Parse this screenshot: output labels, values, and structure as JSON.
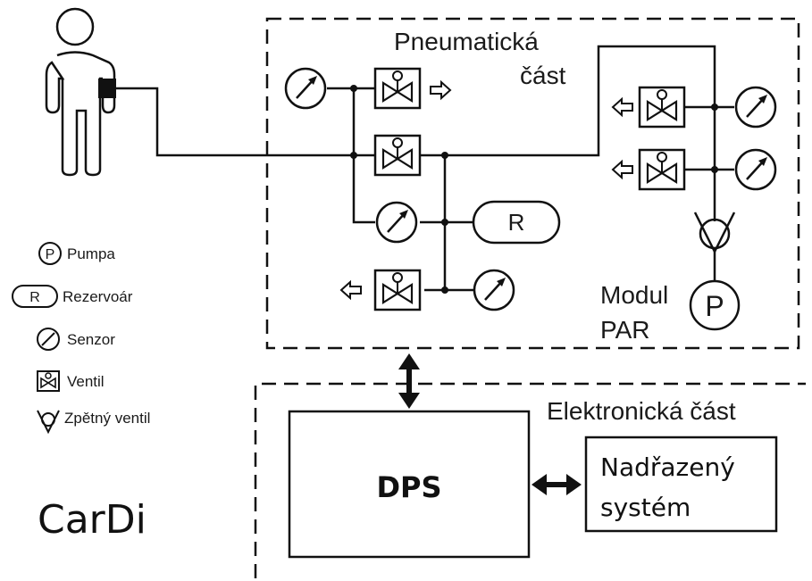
{
  "pneumatic_section": {
    "title_line1": "Pneumatická",
    "title_line2": "část"
  },
  "electronic_section": {
    "title": "Elektronická část"
  },
  "reservoir": {
    "letter": "R"
  },
  "module": {
    "line1": "Modul",
    "line2": "PAR",
    "pump_letter": "P"
  },
  "dps": {
    "label": "DPS"
  },
  "host_system": {
    "line1": "Nadřazený",
    "line2": "systém"
  },
  "app_name": "CarDi",
  "legend": {
    "pump": {
      "symbol": "P",
      "label": "Pumpa"
    },
    "reservoir": {
      "symbol": "R",
      "label": "Rezervoár"
    },
    "sensor": {
      "label": "Senzor"
    },
    "valve": {
      "label": "Ventil"
    },
    "check_valve": {
      "label": "Zpětný ventil"
    }
  }
}
